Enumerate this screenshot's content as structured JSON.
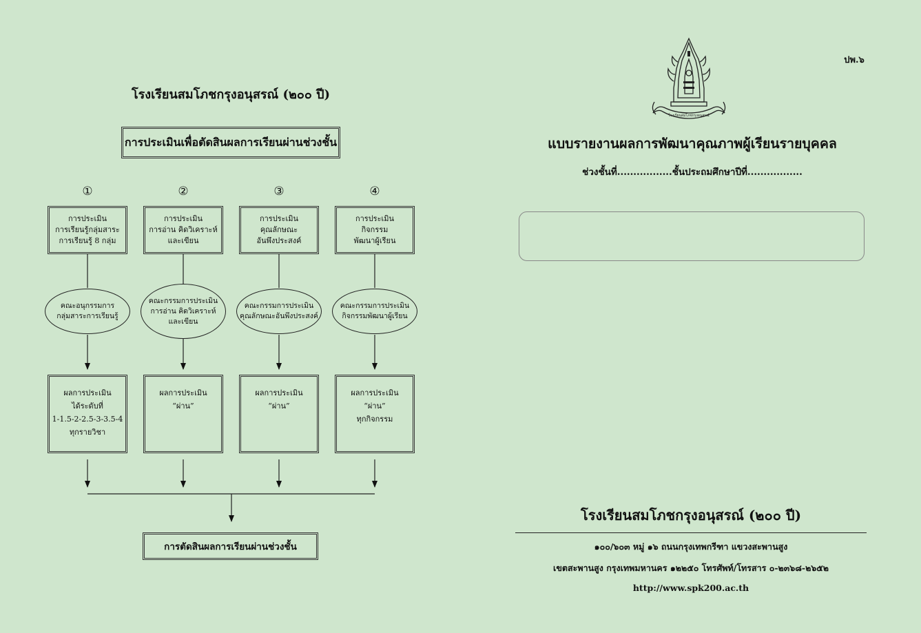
{
  "left_page": {
    "school_name": "โรงเรียนสมโภชกรุงอนุสรณ์ (๒๐๐ ปี)",
    "assessment_title": "การประเมินเพื่อตัดสินผลการเรียนผ่านช่วงชั้น",
    "columns": [
      {
        "number": "①",
        "assessment": [
          "การประเมิน",
          "การเรียนรู้กลุ่มสาระ",
          "การเรียนรู้ 8 กลุ่ม"
        ],
        "committee": [
          "คณะอนุกรรมการ",
          "กลุ่มสาระการเรียนรู้"
        ],
        "result": [
          "ผลการประเมิน",
          "ได้ระดับที่",
          "1-1.5-2-2.5-3-3.5-4",
          "ทุกรายวิชา"
        ]
      },
      {
        "number": "②",
        "assessment": [
          "การประเมิน",
          "การอ่าน คิดวิเคราะห์",
          "และเขียน"
        ],
        "committee": [
          "คณะกรรมการประเมิน",
          "การอ่าน คิดวิเคราะห์",
          "และเขียน"
        ],
        "result": [
          "ผลการประเมิน",
          "“ผ่าน”"
        ]
      },
      {
        "number": "③",
        "assessment": [
          "การประเมิน",
          "คุณลักษณะ",
          "อันพึงประสงค์"
        ],
        "committee": [
          "คณะกรรมการประเมิน",
          "คุณลักษณะอันพึงประสงค์"
        ],
        "result": [
          "ผลการประเมิน",
          "“ผ่าน”"
        ]
      },
      {
        "number": "④",
        "assessment": [
          "การประเมิน",
          "กิจกรรม",
          "พัฒนาผู้เรียน"
        ],
        "committee": [
          "คณะกรรมการประเมิน",
          "กิจกรรมพัฒนาผู้เรียน"
        ],
        "result": [
          "ผลการประเมิน",
          "“ผ่าน”",
          "ทุกกิจกรรม"
        ]
      }
    ],
    "final_decision": "การตัดสินผลการเรียนผ่านช่วงชั้น"
  },
  "right_page": {
    "form_code": "ปพ.๖",
    "emblem_icon": "school-emblem-icon",
    "emblem_banner_text": "โรงเรียนสมโภชกรุงอนุสรณ์",
    "report_title": "แบบรายงานผลการพัฒนาคุณภาพผู้เรียนรายบุคคล",
    "level_line": "ช่วงชั้นที่.................ชั้นประถมศึกษาปีที่.................",
    "school_name": "โรงเรียนสมโภชกรุงอนุสรณ์ (๒๐๐ ปี)",
    "address_line1": "๑๐๐/๖๐๓ หมู่ ๑๖ ถนนกรุงเทพกรีฑา แขวงสะพานสูง",
    "address_line2": "เขตสะพานสูง กรุงเทพมหานคร ๑๒๒๕๐ โทรศัพท์/โทรสาร ๐-๒๓๖๘-๒๖๕๒",
    "website": "http://www.spk200.ac.th"
  },
  "colors": {
    "background": "#cfe6cd",
    "ink": "#111111"
  }
}
